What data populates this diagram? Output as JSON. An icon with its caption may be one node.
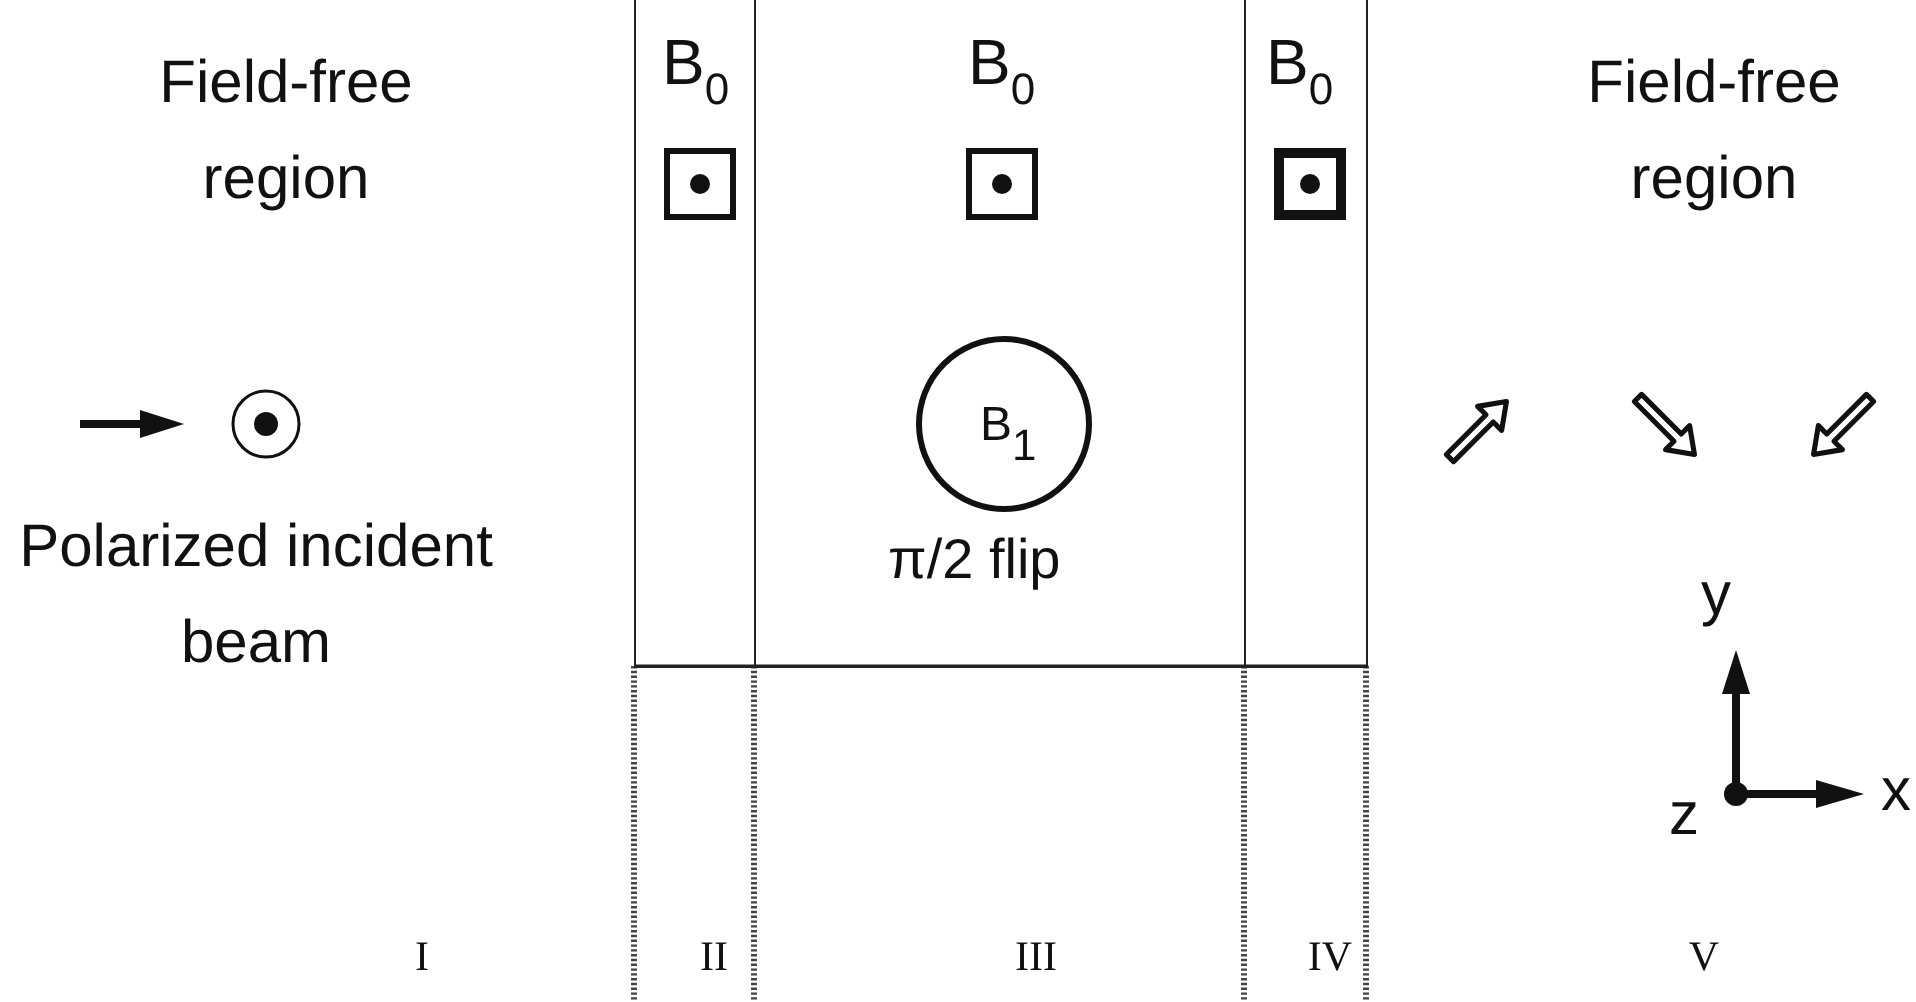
{
  "diagram": {
    "nodes": [
      {
        "text": [
          "B$_{0}$"
        ]
      },
      {
        "text": [
          "B$_{0}$"
        ]
      },
      {
        "text": [
          "B$_{1}$"
        ],
        "in": 1,
        "beside": [
          "π/2 flip"
        ]
      },
      {
        "text": [
          "B$_{0}$"
        ]
      }
    ],
    "labels": [
      "Field-free region",
      "Polarized incident beam",
      "Field-free region",
      "y",
      "z",
      "x",
      "I",
      "II",
      "III",
      "IV",
      "V"
    ]
  }
}
